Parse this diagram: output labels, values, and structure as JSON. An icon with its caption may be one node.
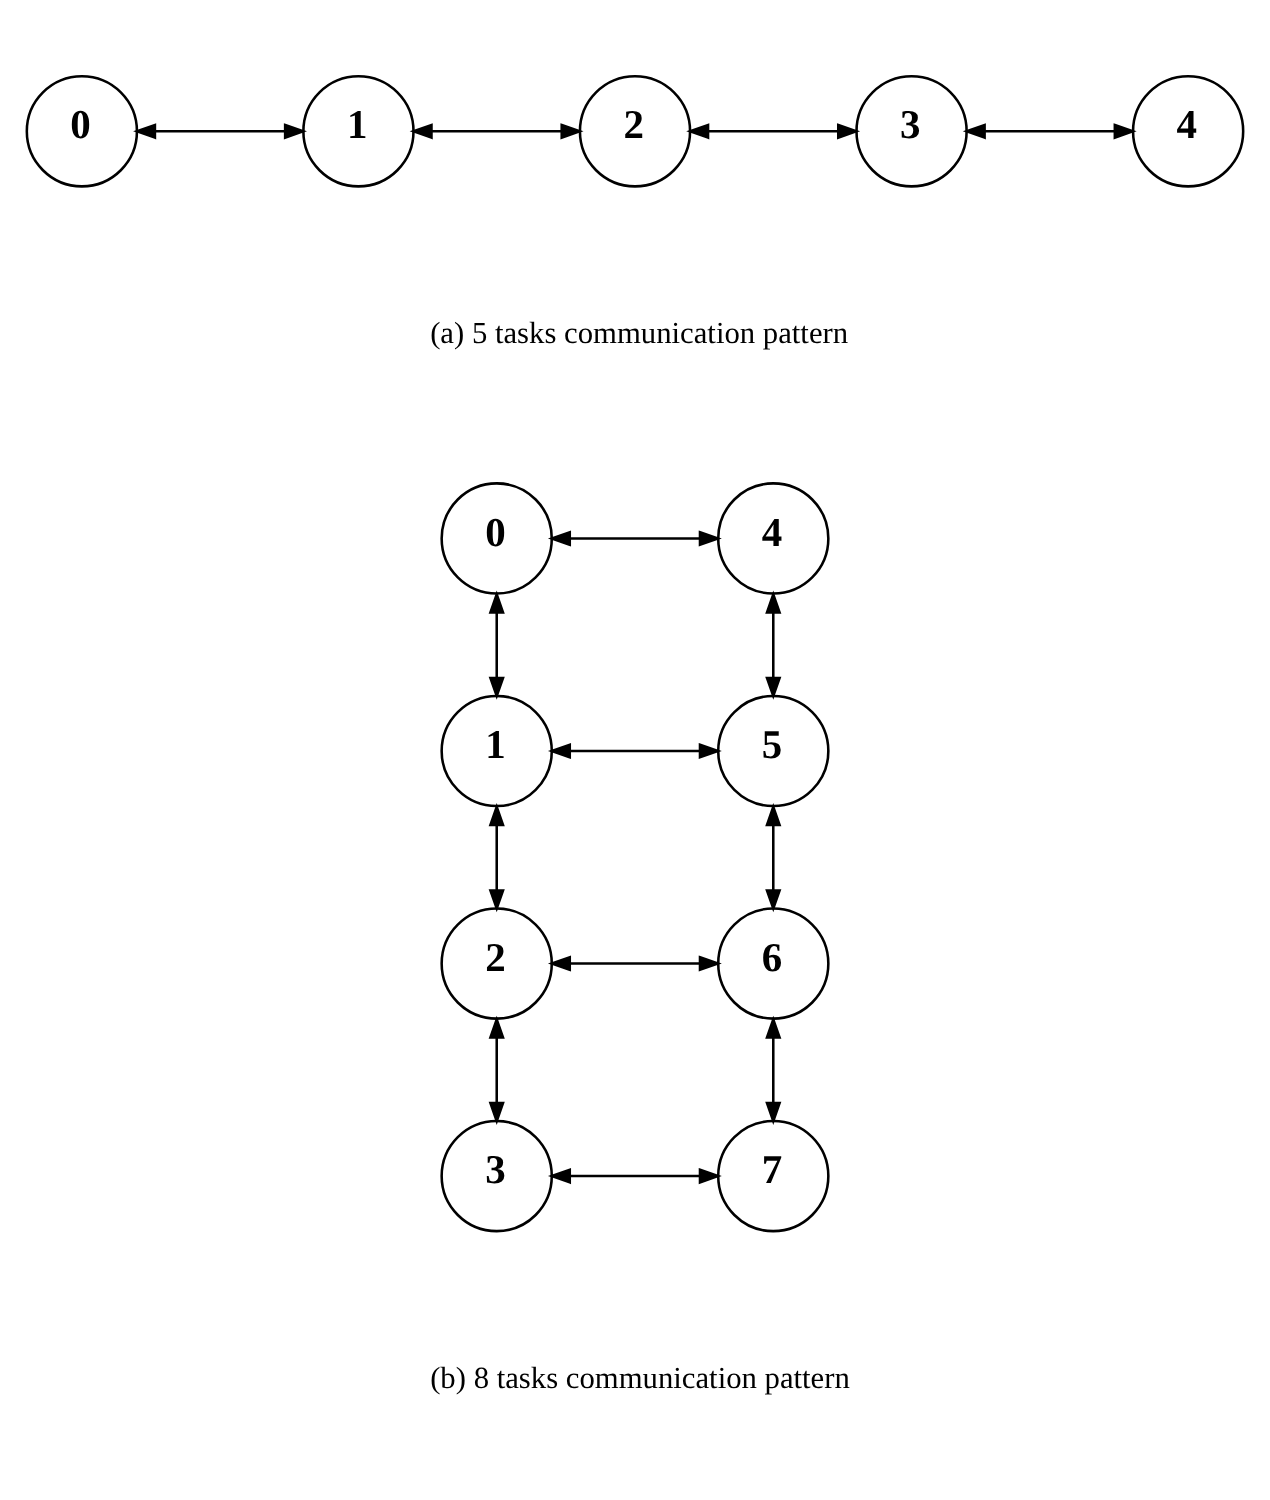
{
  "diagram": {
    "nodes": [
      {
        "text": [
          "0"
        ]
      },
      {
        "text": [
          "1"
        ]
      },
      {
        "text": [
          "2"
        ]
      },
      {
        "text": [
          "3"
        ]
      },
      {
        "text": [
          "4"
        ]
      },
      {
        "text": [
          "0"
        ]
      },
      {
        "text": [
          "1"
        ]
      },
      {
        "text": [
          "2"
        ]
      },
      {
        "text": [
          "3"
        ]
      },
      {
        "text": [
          "4"
        ]
      },
      {
        "text": [
          "5"
        ]
      },
      {
        "text": [
          "6"
        ]
      },
      {
        "text": [
          "7"
        ]
      }
    ],
    "edges": [
      {
        "from": 0,
        "to": 1,
        "arrow": "both"
      },
      {
        "from": 1,
        "to": 2,
        "arrow": "both"
      },
      {
        "from": 2,
        "to": 3,
        "arrow": "both"
      },
      {
        "from": 3,
        "to": 4,
        "arrow": "both"
      },
      {
        "from": 5,
        "to": 9,
        "arrow": "both"
      },
      {
        "from": 5,
        "to": 6,
        "arrow": "both"
      },
      {
        "from": 9,
        "to": 10,
        "arrow": "both"
      },
      {
        "from": 6,
        "to": 10,
        "arrow": "both"
      },
      {
        "from": 6,
        "to": 7,
        "arrow": "both"
      },
      {
        "from": 10,
        "to": 11,
        "arrow": "both"
      },
      {
        "from": 7,
        "to": 11,
        "arrow": "both"
      },
      {
        "from": 7,
        "to": 8,
        "arrow": "both"
      },
      {
        "from": 11,
        "to": 12,
        "arrow": "both"
      },
      {
        "from": 8,
        "to": 12,
        "arrow": "both"
      }
    ],
    "labels": [
      "(a) 5 tasks communication pattern",
      "(b) 8 tasks communication pattern"
    ]
  }
}
